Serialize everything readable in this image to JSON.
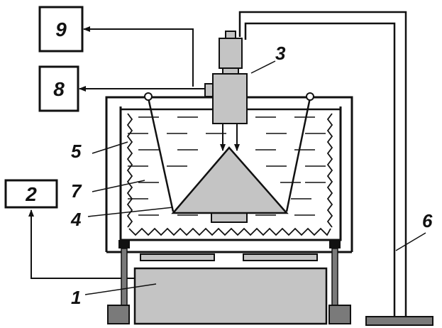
{
  "colors": {
    "line": "#111111",
    "fill_gray": "#c4c4c4",
    "dark_gray": "#7a7a7a",
    "background": "#ffffff"
  },
  "boxes": {
    "box_9": "9",
    "box_8": "8",
    "box_2": "2"
  },
  "labels": {
    "label_1": "1",
    "label_3": "3",
    "label_4": "4",
    "label_5": "5",
    "label_6": "6",
    "label_7": "7"
  }
}
